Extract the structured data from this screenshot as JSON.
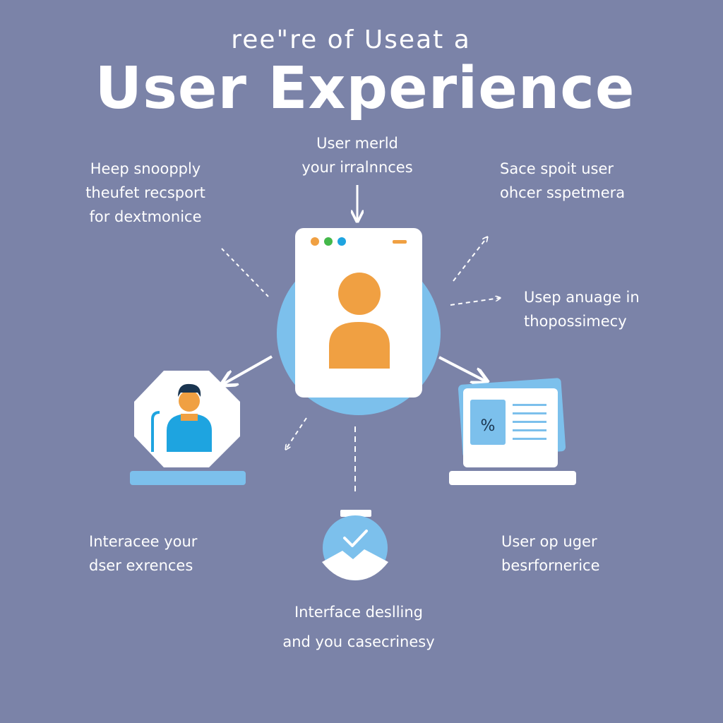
{
  "header": {
    "subtitle": "ree\"re of  Useat a",
    "title": "User Experience"
  },
  "labels": {
    "top": [
      "User merld",
      "your irralnnces"
    ],
    "top_left": [
      "Heep snoopply",
      "theufet recsport",
      "for dextmonice"
    ],
    "top_right": [
      "Sace spoit user",
      "ohcer sspetmera"
    ],
    "mid_right": [
      "Usep anuage in",
      "thopossimecy"
    ],
    "bottom_left": [
      "Interacee your",
      "dser exrences"
    ],
    "bottom_right": [
      "User op uger",
      "besrfornerice"
    ],
    "bottom": [
      "Interface deslling",
      "and you casecrinesy"
    ]
  },
  "document_card": {
    "symbol": "%"
  },
  "colors": {
    "background": "#7b83a8",
    "accent_blue": "#7cc0ec",
    "person_orange": "#f0a042",
    "person_blue": "#1ea4e0",
    "white": "#ffffff"
  },
  "icons": {
    "center": "browser-window-user-icon",
    "left": "person-with-cane-icon",
    "right": "percent-document-icon",
    "bottom": "check-badge-icon"
  }
}
